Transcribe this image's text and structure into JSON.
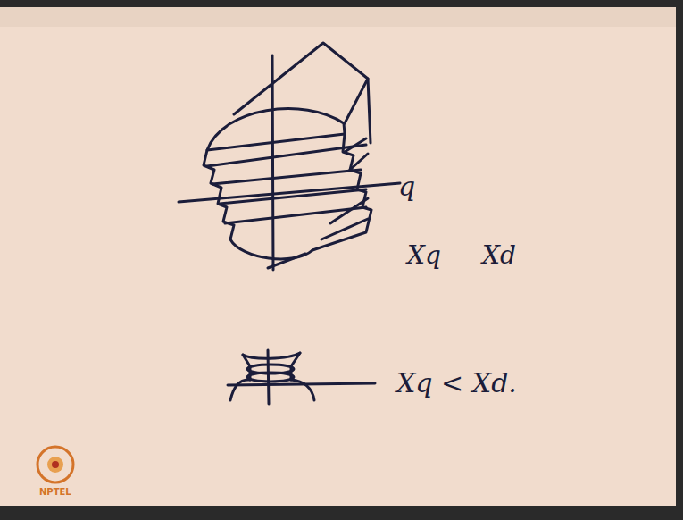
{
  "diagram": {
    "labels": [
      "q",
      "Xq",
      "Xd",
      "Xq < Xd.",
      "NPTEL"
    ]
  }
}
